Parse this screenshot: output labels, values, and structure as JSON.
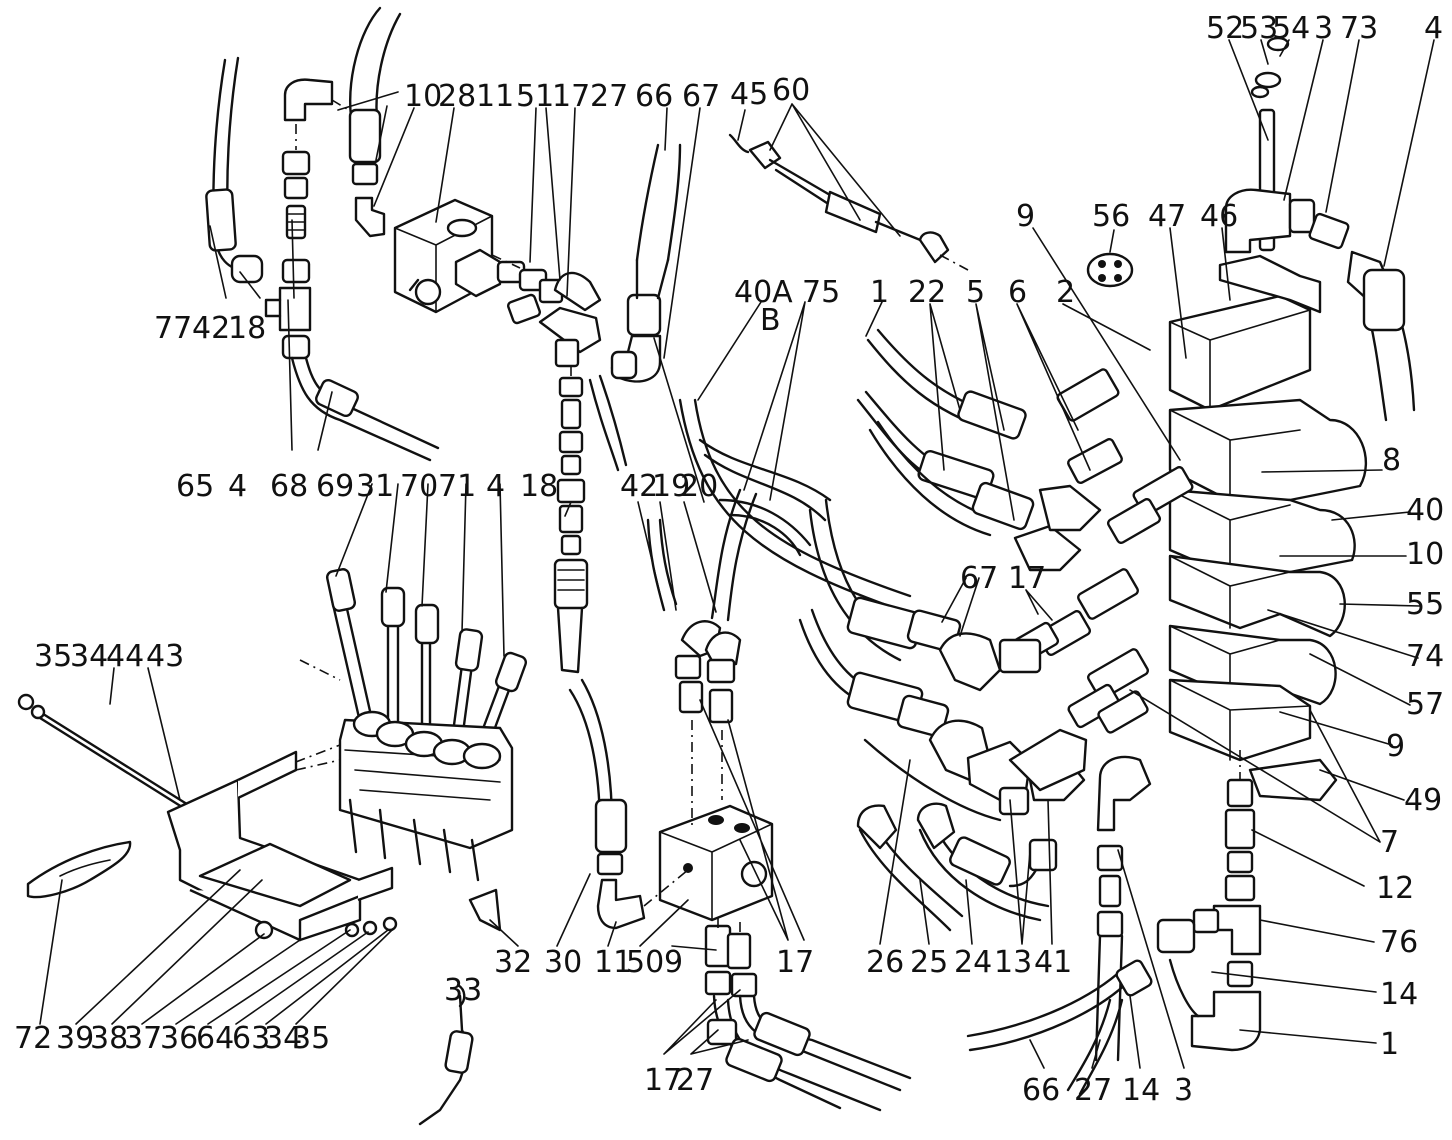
{
  "figure": "exploded-hydraulic-assembly",
  "callouts": [
    "10",
    "28",
    "11",
    "51",
    "17",
    "27",
    "66",
    "67",
    "45",
    "60",
    "52",
    "53",
    "54",
    "3",
    "73",
    "4",
    "9",
    "56",
    "47",
    "46",
    "77",
    "42",
    "18",
    "65",
    "4",
    "68",
    "69",
    "31",
    "70",
    "71",
    "4",
    "18",
    "40A",
    "B",
    "75",
    "1",
    "22",
    "5",
    "6",
    "2",
    "8",
    "40",
    "10",
    "55",
    "74",
    "57",
    "9",
    "49",
    "7",
    "12",
    "76",
    "14",
    "1",
    "42",
    "19",
    "20",
    "67",
    "17",
    "35",
    "34",
    "44",
    "43",
    "72",
    "39",
    "38",
    "37",
    "36",
    "64",
    "63",
    "34",
    "35",
    "32",
    "33",
    "30",
    "11",
    "50",
    "9",
    "17",
    "17",
    "27",
    "26",
    "25",
    "24",
    "13",
    "41",
    "66",
    "27",
    "14",
    "3"
  ]
}
